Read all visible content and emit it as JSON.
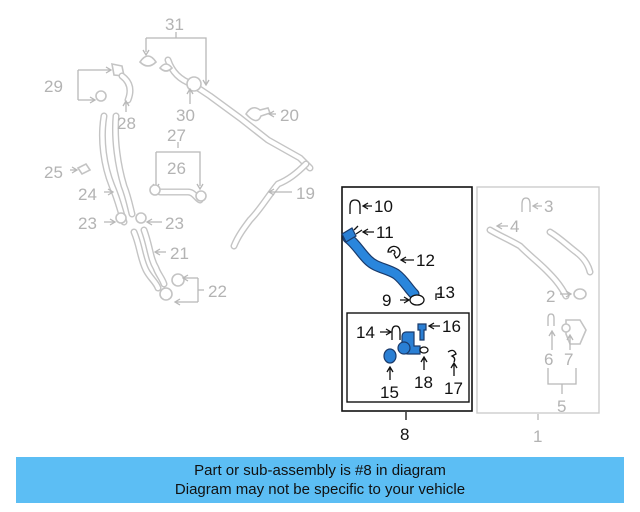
{
  "diagram": {
    "callouts": {
      "c1": "1",
      "c2": "2",
      "c3": "3",
      "c4": "4",
      "c5": "5",
      "c6": "6",
      "c7": "7",
      "c8": "8",
      "c9": "9",
      "c10": "10",
      "c11": "11",
      "c12": "12",
      "c13": "13",
      "c14": "14",
      "c15": "15",
      "c16": "16",
      "c17": "17",
      "c18": "18",
      "c19": "19",
      "c20": "20",
      "c21": "21",
      "c22": "22",
      "c23a": "23",
      "c23b": "23",
      "c24": "24",
      "c25": "25",
      "c26": "26",
      "c27": "27",
      "c28": "28",
      "c29": "29",
      "c30": "30",
      "c31": "31"
    },
    "highlighted_assembly": "8",
    "colors": {
      "highlight_parts": "#2a7fd4",
      "greyed_parts": "#c4c4c4",
      "callout_grey": "#b3b3b3",
      "callout_dark": "#111111"
    }
  },
  "banner": {
    "line1": "Part or sub-assembly is #8 in diagram",
    "line2": "Diagram may not be specific to your vehicle",
    "color": "#5cbef4"
  }
}
